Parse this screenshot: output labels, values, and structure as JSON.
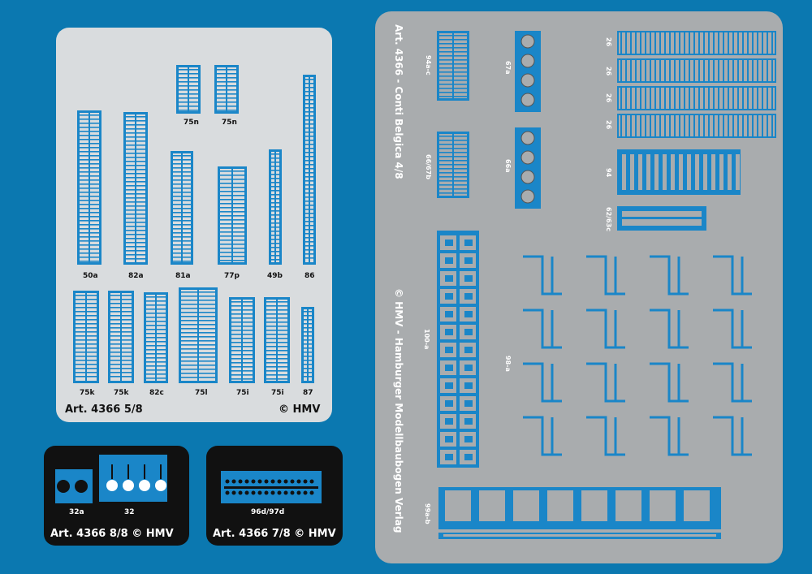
{
  "colors": {
    "background": "#0b78b0",
    "sheet_light": "#d9dcde",
    "sheet_grey": "#a9acae",
    "sheet_black": "#111111",
    "part_blue": "#1a86c8"
  },
  "sheet_5_8": {
    "title": "Art. 4366 5/8",
    "copyright": "© HMV",
    "labels": {
      "p50a": "50a",
      "p82a": "82a",
      "p81a": "81a",
      "p77p": "77p",
      "p49b": "49b",
      "p86": "86",
      "p75n_1": "75n",
      "p75n_2": "75n",
      "p75k_1": "75k",
      "p75k_2": "75k",
      "p82c": "82c",
      "p75l": "75l",
      "p75i_1": "75i",
      "p75i_2": "75i",
      "p87": "87"
    }
  },
  "sheet_8_8": {
    "title": "Art. 4366 8/8 © HMV",
    "labels": {
      "p32a": "32a",
      "p32": "32"
    }
  },
  "sheet_7_8": {
    "title": "Art. 4366 7/8 © HMV",
    "labels": {
      "p96d": "96d/97d"
    }
  },
  "sheet_4_8": {
    "title": "Art. 4366 - Conti Belgica 4/8",
    "publisher": "© HMV - Hamburger Modellbaubogen Verlag",
    "labels": {
      "p94a": "94a-c",
      "p66b": "66/67b",
      "p67a": "67a",
      "p66a": "66a",
      "p26_1": "26",
      "p26_2": "26",
      "p26_3": "26",
      "p26_4": "26",
      "p94": "94",
      "p62": "62/63c",
      "p100": "100-a",
      "p98": "98-a",
      "p99": "99a-b"
    }
  }
}
